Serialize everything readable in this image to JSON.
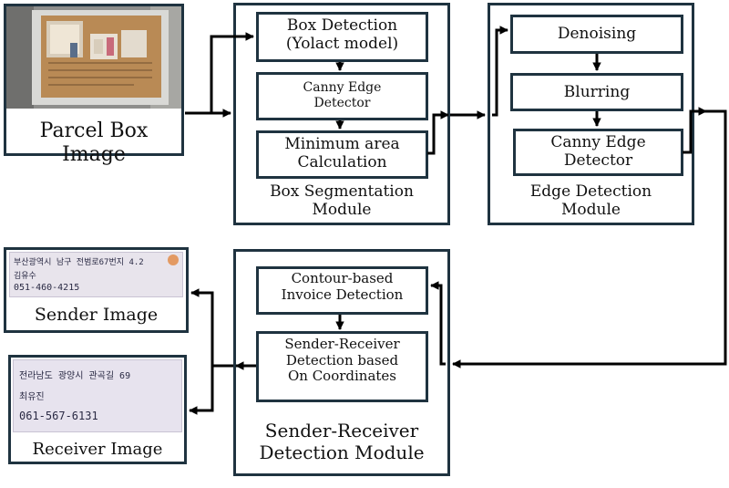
{
  "parcel": {
    "label": "Parcel Box Image"
  },
  "box_seg": {
    "steps": [
      "Box Detection\n(Yolact model)",
      "Canny Edge\nDetector",
      "Minimum area\nCalculation"
    ],
    "title": "Box Segmentation\nModule"
  },
  "edge_det": {
    "steps": [
      "Denoising",
      "Blurring",
      "Canny Edge\nDetector"
    ],
    "title": "Edge Detection\nModule"
  },
  "sr_det": {
    "steps": [
      "Contour-based\nInvoice Detection",
      "Sender-Receiver\nDetection based\nOn Coordinates"
    ],
    "title": "Sender-Receiver\nDetection Module"
  },
  "sender": {
    "label": "Sender Image",
    "handwriting": [
      "부산광역시 남구  전범로67번지 4.2",
      "김유수",
      "051-460-4215"
    ]
  },
  "receiver": {
    "label": "Receiver Image",
    "handwriting": [
      "전라남도  광양시  관곡길 69",
      "최유진",
      "061-567-6131"
    ]
  },
  "colors": {
    "frame": "#1f3340",
    "arrow": "#000000",
    "parcel_brown": "#b98a55"
  }
}
